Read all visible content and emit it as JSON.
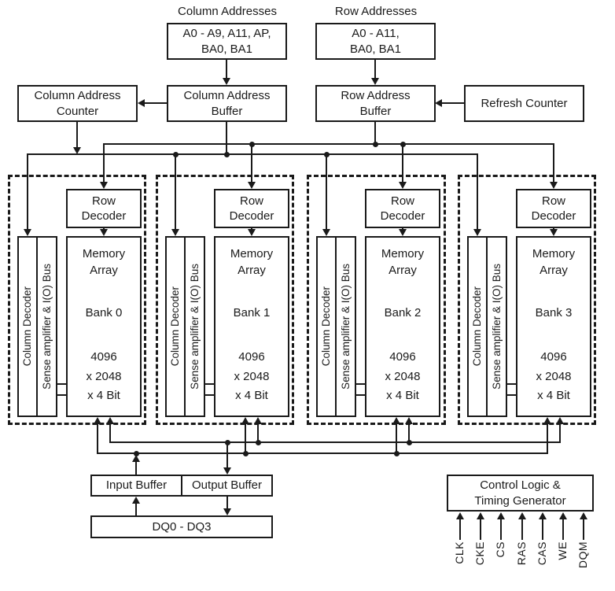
{
  "diagram": {
    "address_inputs": {
      "column_label": "Column Addresses",
      "row_label": "Row Addresses",
      "column_box": {
        "line1": "A0 - A9, A11, AP,",
        "line2": "BA0, BA1"
      },
      "row_box": {
        "line1": "A0 - A11,",
        "line2": "BA0, BA1"
      }
    },
    "address_blocks": {
      "column_counter": {
        "line1": "Column Address",
        "line2": "Counter"
      },
      "column_buffer": {
        "line1": "Column Address",
        "line2": "Buffer"
      },
      "row_buffer": {
        "line1": "Row Address",
        "line2": "Buffer"
      },
      "refresh_counter": {
        "label": "Refresh Counter"
      }
    },
    "banks": [
      {
        "row_decoder": {
          "line1": "Row",
          "line2": "Decoder"
        },
        "column_decoder": "Column Decoder",
        "sense_amplifier": "Sense amplifier & I(O) Bus",
        "memory": {
          "line1": "Memory",
          "line2": "Array"
        },
        "bank_label": "Bank 0",
        "size": {
          "line1": "4096",
          "line2": "x 2048",
          "line3": "x 4 Bit"
        }
      },
      {
        "row_decoder": {
          "line1": "Row",
          "line2": "Decoder"
        },
        "column_decoder": "Column Decoder",
        "sense_amplifier": "Sense amplifier & I(O) Bus",
        "memory": {
          "line1": "Memory",
          "line2": "Array"
        },
        "bank_label": "Bank 1",
        "size": {
          "line1": "4096",
          "line2": "x 2048",
          "line3": "x 4 Bit"
        }
      },
      {
        "row_decoder": {
          "line1": "Row",
          "line2": "Decoder"
        },
        "column_decoder": "Column Decoder",
        "sense_amplifier": "Sense amplifier & I(O) Bus",
        "memory": {
          "line1": "Memory",
          "line2": "Array"
        },
        "bank_label": "Bank 2",
        "size": {
          "line1": "4096",
          "line2": "x 2048",
          "line3": "x 4 Bit"
        }
      },
      {
        "row_decoder": {
          "line1": "Row",
          "line2": "Decoder"
        },
        "column_decoder": "Column Decoder",
        "sense_amplifier": "Sense amplifier & I(O) Bus",
        "memory": {
          "line1": "Memory",
          "line2": "Array"
        },
        "bank_label": "Bank 3",
        "size": {
          "line1": "4096",
          "line2": "x 2048",
          "line3": "x 4 Bit"
        }
      }
    ],
    "io": {
      "input_buffer": "Input Buffer",
      "output_buffer": "Output Buffer",
      "dq": "DQ0 - DQ3"
    },
    "control": {
      "line1": "Control Logic &",
      "line2": "Timing Generator",
      "pins": [
        "CLK",
        "CKE",
        "CS",
        "RAS",
        "CAS",
        "WE",
        "DQM"
      ]
    },
    "colors": {
      "line": "#1a1a1a",
      "background": "#ffffff"
    }
  }
}
